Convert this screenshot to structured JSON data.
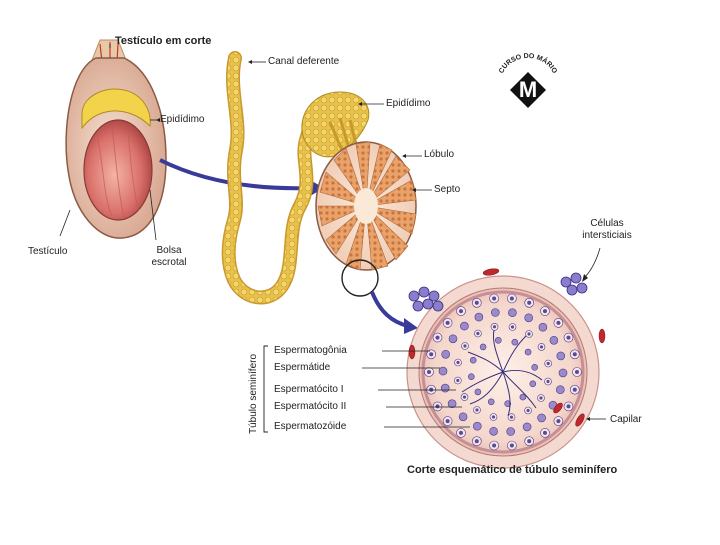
{
  "title_left": "Testículo em corte",
  "caption_bottom": "Corte esquemático de túbulo seminífero",
  "labels": {
    "canal_deferente": "Canal deferente",
    "epididimo_left": "Epidídimo",
    "epididimo_right": "Epidídimo",
    "lobulo": "Lóbulo",
    "septo": "Septo",
    "testiculo": "Testículo",
    "bolsa_escrotal": "Bolsa escrotal",
    "celulas_intersticiais": "Células intersticiais",
    "capilar": "Capilar"
  },
  "tubulo_group_label": "Túbulo seminífero",
  "tubulo_items": [
    "Espermatogônia",
    "Espermátide",
    "Espermatócito I",
    "Espermatócito II",
    "Espermatozóide"
  ],
  "logo": {
    "arc_text": "CURSO DO MÁRIO",
    "letter": "M"
  },
  "colors": {
    "arrow_blue": "#3a3a9a",
    "yellow_tissue": "#e8c040",
    "pink_tissue": "#f2c9c0",
    "capillary_red": "#c0282c",
    "cell_purple": "#6a5aa8"
  }
}
